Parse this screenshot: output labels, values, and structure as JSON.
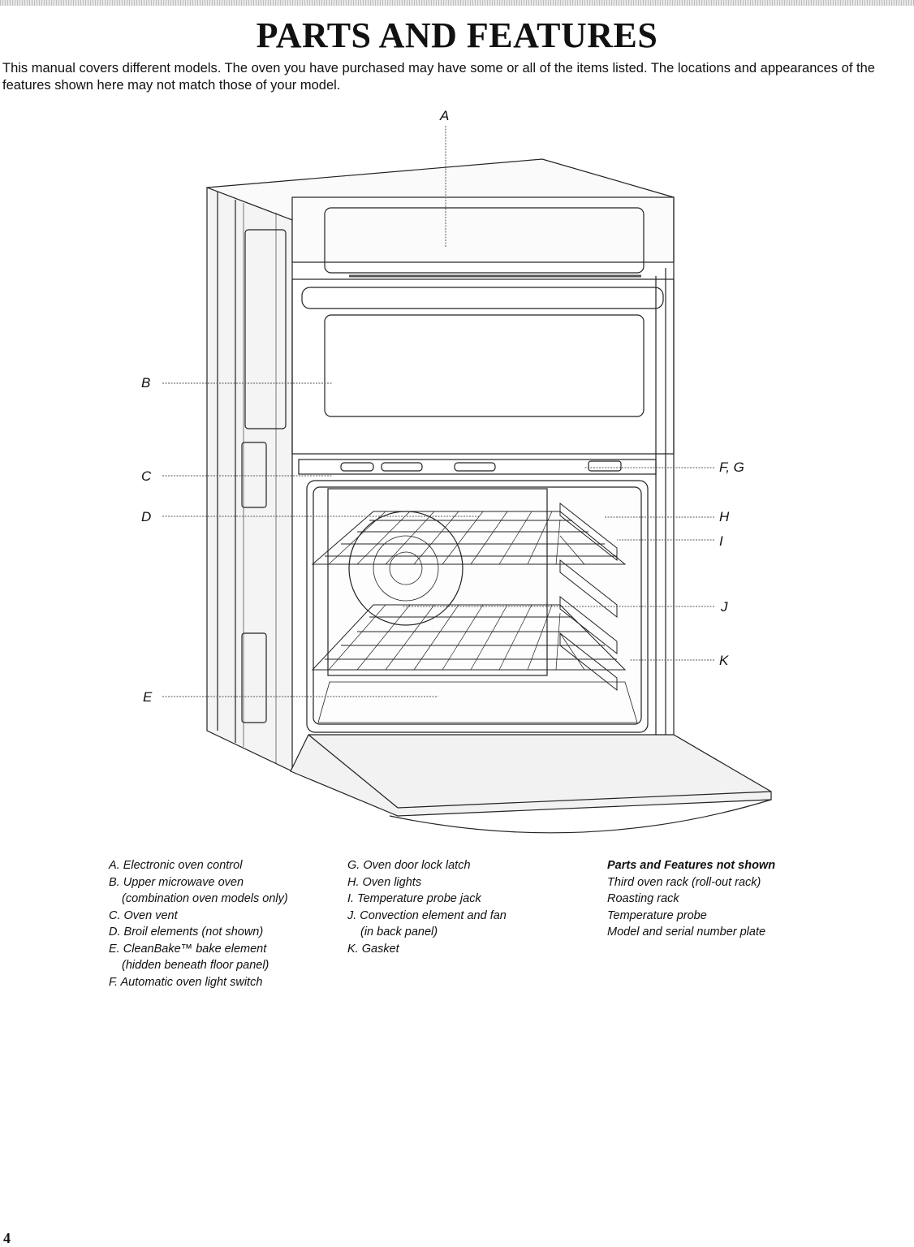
{
  "title": "PARTS AND FEATURES",
  "intro": "This manual covers different models. The oven you have purchased may have some or all of the items listed. The locations and appearances of the features shown here may not match those of your model.",
  "callouts": {
    "a": "A",
    "b": "B",
    "c": "C",
    "d": "D",
    "e": "E",
    "fg": "F, G",
    "h": "H",
    "i": "I",
    "j": "J",
    "k": "K"
  },
  "legend": {
    "col1": [
      "A. Electronic oven control",
      "B. Upper microwave oven",
      "(combination oven models only)",
      "C. Oven vent",
      "D. Broil elements (not shown)",
      "E. CleanBake™ bake element",
      "(hidden beneath floor panel)",
      "F. Automatic oven light switch"
    ],
    "col2": [
      "G. Oven door lock latch",
      "H. Oven lights",
      "I. Temperature probe jack",
      "J. Convection element and fan",
      "(in back panel)",
      "K. Gasket"
    ],
    "col3_heading": "Parts and Features not shown",
    "col3": [
      "Third oven rack (roll-out rack)",
      "Roasting rack",
      "Temperature probe",
      "Model and serial number plate"
    ]
  },
  "page_number": "4"
}
